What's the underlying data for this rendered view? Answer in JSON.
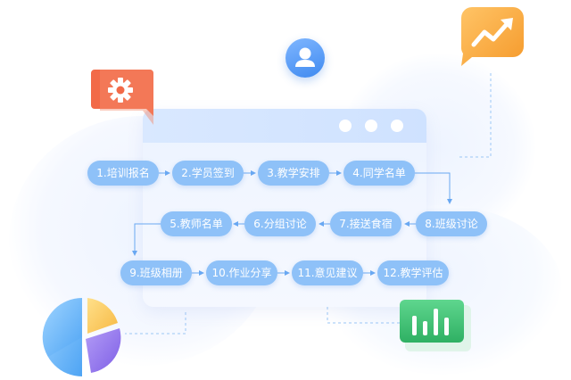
{
  "steps": [
    {
      "label": "1.培训报名"
    },
    {
      "label": "2.学员签到"
    },
    {
      "label": "3.教学安排"
    },
    {
      "label": "4.同学名单"
    },
    {
      "label": "5.教师名单"
    },
    {
      "label": "6.分组讨论"
    },
    {
      "label": "7.接送食宿"
    },
    {
      "label": "8.班级讨论"
    },
    {
      "label": "9.班级相册"
    },
    {
      "label": "10.作业分享"
    },
    {
      "label": "11.意见建议"
    },
    {
      "label": "12.教学评估"
    }
  ],
  "icons": {
    "user": "user-icon",
    "gear": "gear-icon",
    "trend": "trend-up-icon",
    "bars": "bar-chart-icon",
    "pie": "pie-chart-icon"
  },
  "colors": {
    "step_fill": "#8ec1f8",
    "arrow": "#69a8f2",
    "gear_orange": "#f26a48",
    "trend_orange": "#f7a23a",
    "bars_green": "#3fbf74"
  }
}
